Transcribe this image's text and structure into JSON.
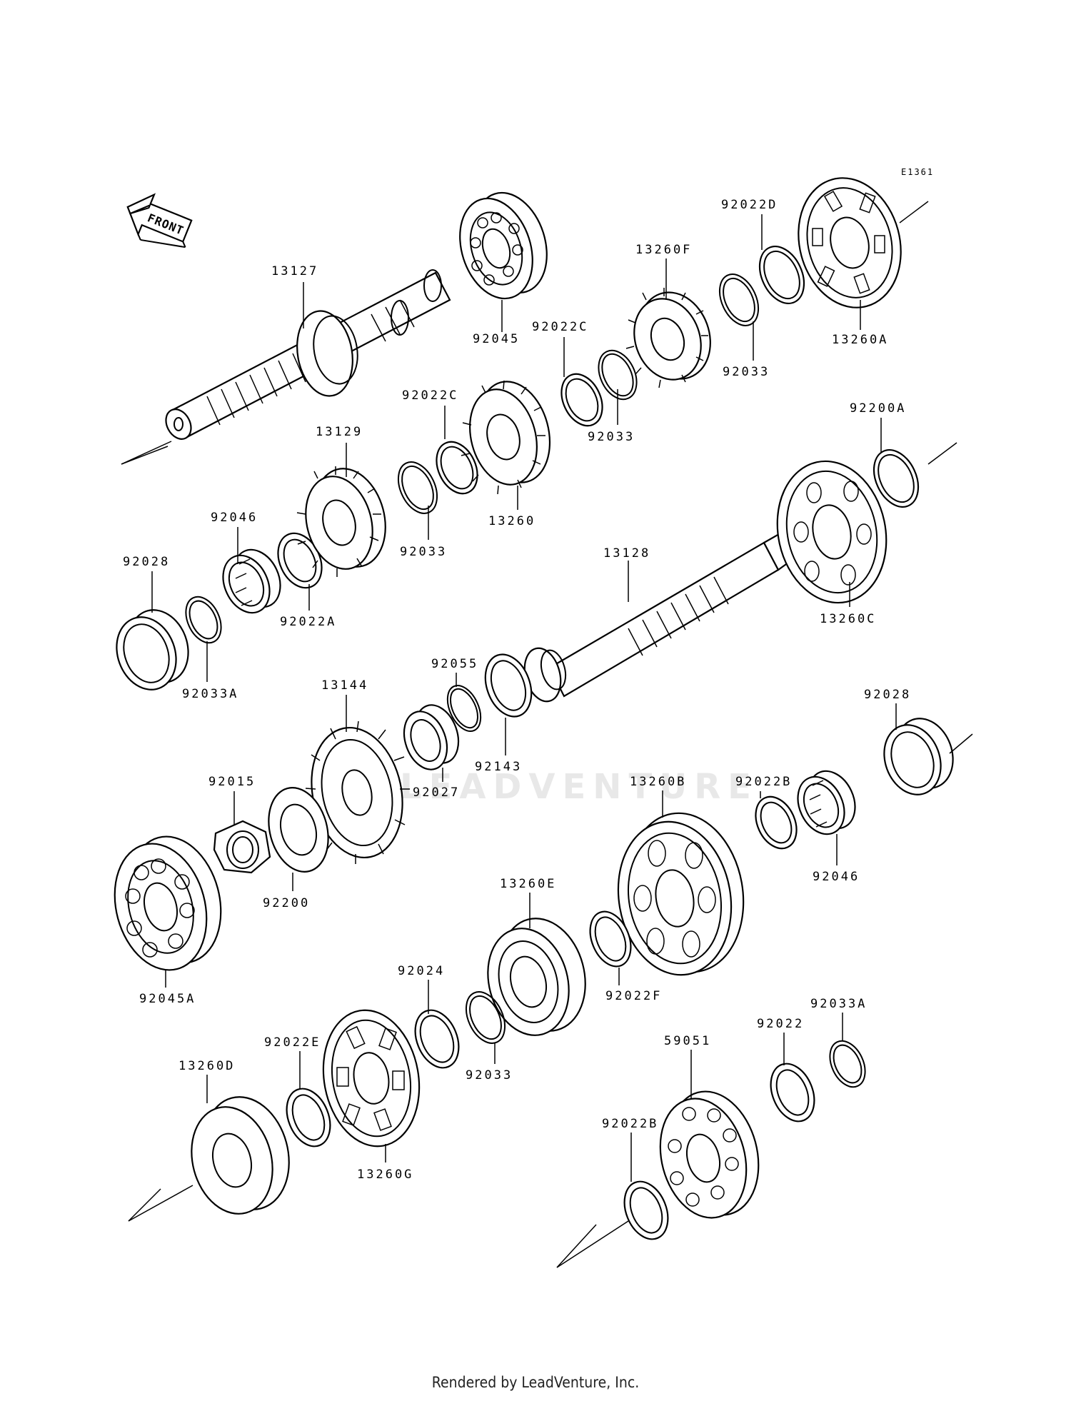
{
  "diagram_code": "E1361",
  "front_label": "FRONT",
  "watermark": "LEADVENTURE",
  "footer": "Rendered by LeadVenture, Inc.",
  "labels": {
    "p13127": "13127",
    "p92045": "92045",
    "p92022D": "92022D",
    "p13260F": "13260F",
    "p13260A": "13260A",
    "p92022C_a": "92022C",
    "p92033_a": "92033",
    "p92033_b": "92033",
    "p92022C_b": "92022C",
    "p13129": "13129",
    "p13260": "13260",
    "p92200A": "92200A",
    "p92046_a": "92046",
    "p92033_c": "92033",
    "p92028_a": "92028",
    "p92022A": "92022A",
    "p13128": "13128",
    "p13260C": "13260C",
    "p92033A_a": "92033A",
    "p92055": "92055",
    "p13144": "13144",
    "p92143": "92143",
    "p92028_b": "92028",
    "p92015": "92015",
    "p92027": "92027",
    "p13260B": "13260B",
    "p92022B_a": "92022B",
    "p92200": "92200",
    "p92046_b": "92046",
    "p13260E": "13260E",
    "p92045A": "92045A",
    "p92024": "92024",
    "p92022F": "92022F",
    "p92022E": "92022E",
    "p92033_d": "92033",
    "p13260D": "13260D",
    "p59051": "59051",
    "p92022": "92022",
    "p92033A_b": "92033A",
    "p13260G": "13260G",
    "p92022B_b": "92022B"
  }
}
